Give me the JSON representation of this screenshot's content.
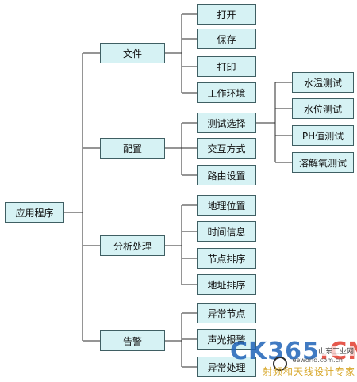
{
  "root": {
    "label": "应用程序"
  },
  "categories": [
    {
      "label": "文件",
      "children": [
        {
          "label": "打开"
        },
        {
          "label": "保存"
        },
        {
          "label": "打印"
        },
        {
          "label": "工作环境"
        }
      ]
    },
    {
      "label": "配置",
      "children": [
        {
          "label": "测试选择"
        },
        {
          "label": "交互方式"
        },
        {
          "label": "路由设置"
        }
      ]
    },
    {
      "label": "分析处理",
      "children": [
        {
          "label": "地理位置"
        },
        {
          "label": "时间信息"
        },
        {
          "label": "节点排序"
        },
        {
          "label": "地址排序"
        }
      ]
    },
    {
      "label": "告警",
      "children": [
        {
          "label": "异常节点"
        },
        {
          "label": "声光报警"
        },
        {
          "label": "异常处理"
        }
      ]
    }
  ],
  "test_options": [
    {
      "label": "水温测试"
    },
    {
      "label": "水位测试"
    },
    {
      "label": "PH值测试"
    },
    {
      "label": "溶解氧测试"
    }
  ],
  "watermark": {
    "logo_text": "CK365",
    "logo_suffix": ".CN",
    "brand_cn": "山东工业网",
    "url": "eeworld.com.cn",
    "slogan": "射频和天线设计专家"
  },
  "colors": {
    "node_fill": "#d6f2f4",
    "node_border": "#3f5f63",
    "line": "#2b2b2b"
  }
}
